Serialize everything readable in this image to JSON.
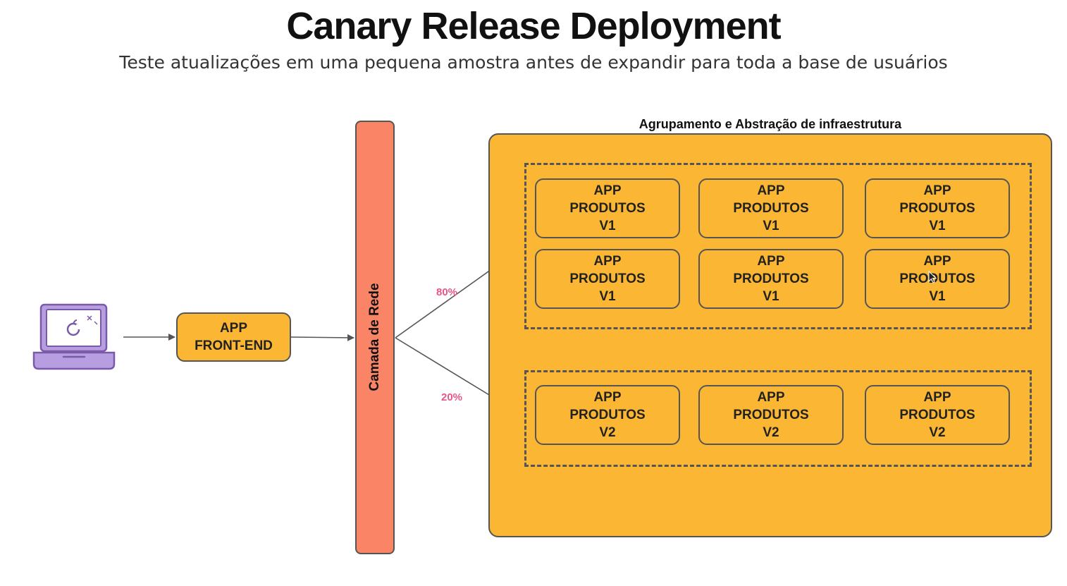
{
  "title": "Canary Release Deployment",
  "subtitle": "Teste atualizações em uma pequena amostra antes de expandir para toda a base de usuários",
  "frontend": {
    "line1": "APP",
    "line2": "FRONT-END"
  },
  "network_layer": {
    "label": "Camada de Rede"
  },
  "infrastructure": {
    "label": "Agrupamento e Abstração de infraestrutura"
  },
  "routes": {
    "v1_percent": "80%",
    "v2_percent": "20%"
  },
  "v1_instances": [
    {
      "line1": "APP",
      "line2": "PRODUTOS",
      "line3": "V1"
    },
    {
      "line1": "APP",
      "line2": "PRODUTOS",
      "line3": "V1"
    },
    {
      "line1": "APP",
      "line2": "PRODUTOS",
      "line3": "V1"
    },
    {
      "line1": "APP",
      "line2": "PRODUTOS",
      "line3": "V1"
    },
    {
      "line1": "APP",
      "line2": "PRODUTOS",
      "line3": "V1"
    },
    {
      "line1": "APP",
      "line2": "PRODUTOS",
      "line3": "V1"
    }
  ],
  "v2_instances": [
    {
      "line1": "APP",
      "line2": "PRODUTOS",
      "line3": "V2"
    },
    {
      "line1": "APP",
      "line2": "PRODUTOS",
      "line3": "V2"
    },
    {
      "line1": "APP",
      "line2": "PRODUTOS",
      "line3": "V2"
    }
  ],
  "colors": {
    "app_box": "#fbb633",
    "network": "#fa8566",
    "percent_text": "#e8558a",
    "laptop": "#b79ee0"
  },
  "icons": {
    "client": "laptop-icon"
  }
}
